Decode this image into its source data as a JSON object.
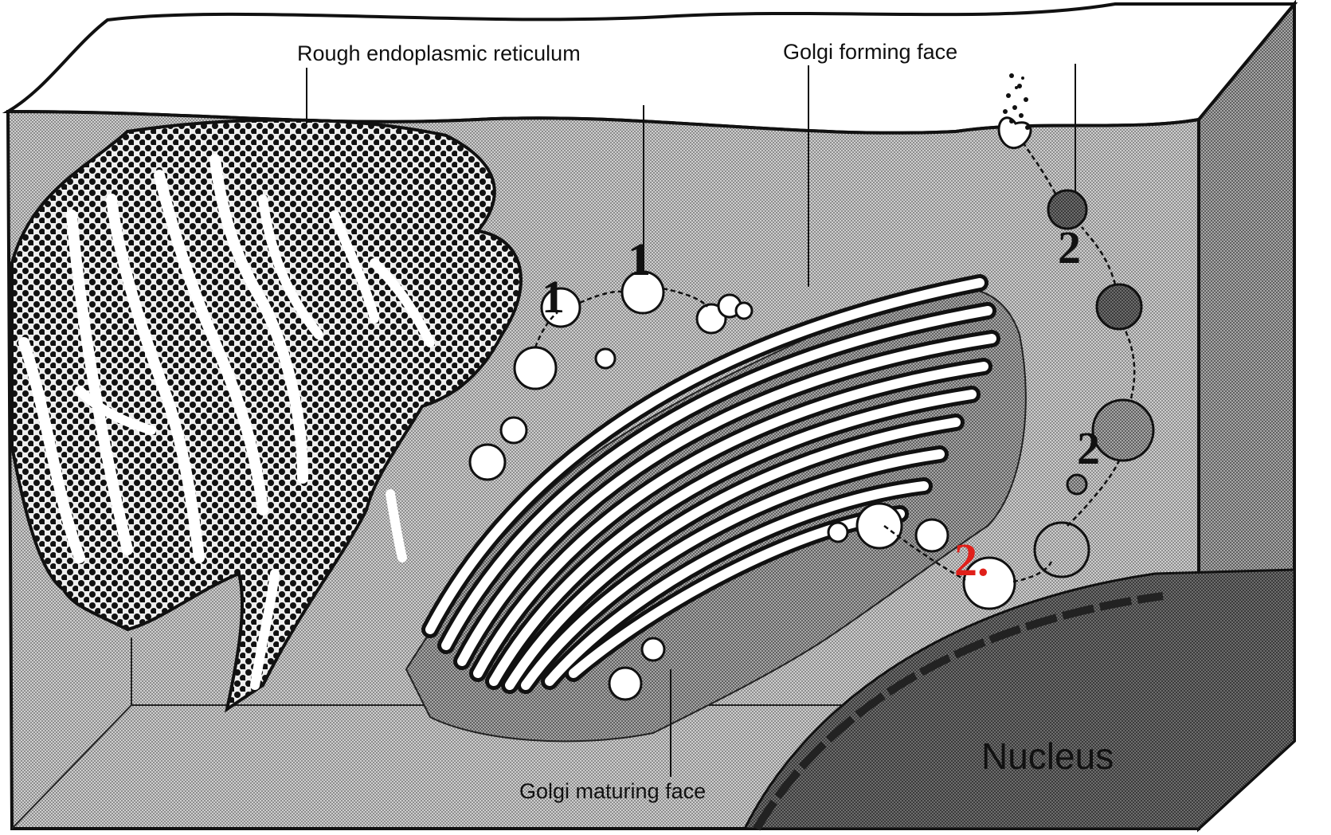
{
  "labels": {
    "rough_er": "Rough endoplasmic reticulum",
    "golgi_forming": "Golgi forming face",
    "golgi_maturing": "Golgi maturing face",
    "nucleus": "Nucleus"
  },
  "markers": {
    "step1_a": "1",
    "step1_b": "1",
    "step2_top": "2",
    "step2_mid": "2",
    "step2_red": "2."
  },
  "colors": {
    "background_dots": "#9a9a9a",
    "er_body": "#1a1a1a",
    "golgi_shade": "#7a7a7a",
    "nucleus_shade": "#5a5a5a",
    "highlight_red": "#e0201a"
  }
}
